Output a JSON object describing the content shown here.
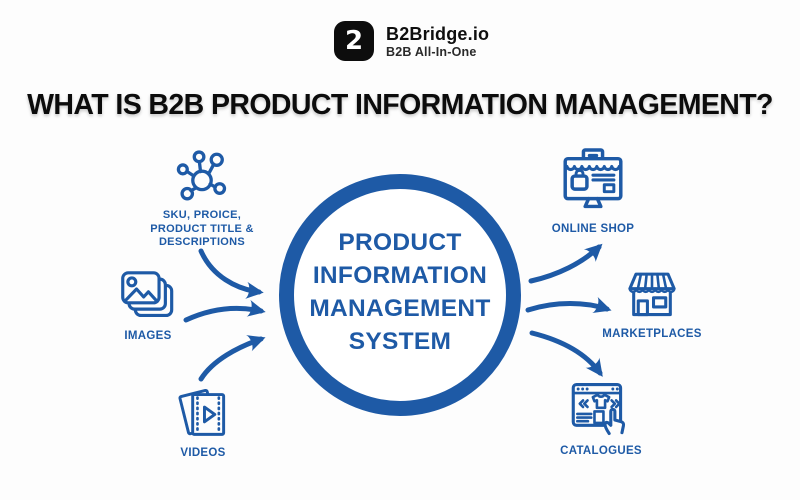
{
  "brand": {
    "name": "B2Bridge.io",
    "tagline": "B2B All-In-One",
    "logo_glyph": "2"
  },
  "title": "WHAT IS B2B PRODUCT INFORMATION MANAGEMENT?",
  "pim_circle": {
    "line1": "PRODUCT",
    "line2": "INFORMATION",
    "line3": "MANAGEMENT",
    "line4": "SYSTEM"
  },
  "sources": {
    "attributes": {
      "line1": "SKU, PROICE,",
      "line2": "PRODUCT TITLE &",
      "line3": "DESCRIPTIONS",
      "icon": "attributes-network-icon"
    },
    "images": {
      "label": "IMAGES",
      "icon": "images-icon"
    },
    "videos": {
      "label": "VIDEOS",
      "icon": "videos-icon"
    }
  },
  "channels": {
    "online_shop": {
      "label": "ONLINE SHOP",
      "icon": "online-shop-icon"
    },
    "marketplaces": {
      "label": "MARKETPLACES",
      "icon": "marketplaces-icon"
    },
    "catalogues": {
      "label": "CATALOGUES",
      "icon": "catalogues-icon"
    }
  },
  "colors": {
    "accent_blue": "#1E5AA6",
    "ink_black": "#0d0d0d",
    "background": "#FDFDFD"
  }
}
